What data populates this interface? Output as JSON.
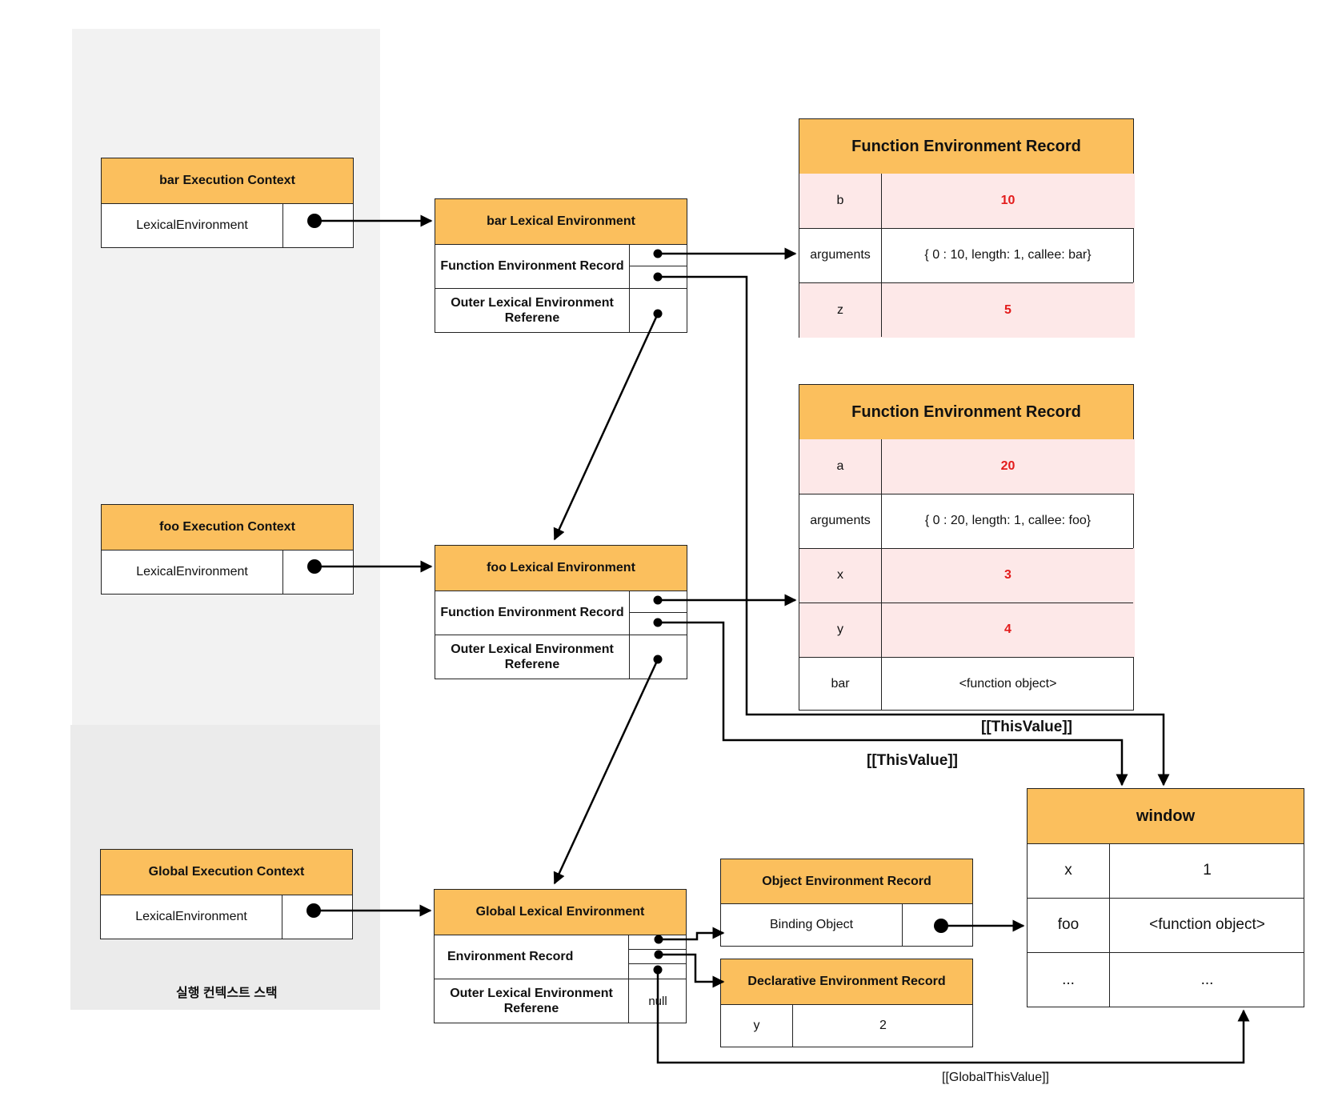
{
  "stack_label": "실행 컨텍스트 스택",
  "contexts": {
    "bar": {
      "title": "bar Execution Context",
      "field": "LexicalEnvironment"
    },
    "foo": {
      "title": "foo Execution Context",
      "field": "LexicalEnvironment"
    },
    "global": {
      "title": "Global Execution Context",
      "field": "LexicalEnvironment"
    }
  },
  "lex_envs": {
    "bar": {
      "title": "bar Lexical Environment",
      "record": "Function Environment Record",
      "outer": "Outer Lexical Environment\nReferene"
    },
    "foo": {
      "title": "foo Lexical Environment",
      "record": "Function Environment Record",
      "outer": "Outer Lexical Environment\nReferene"
    },
    "global": {
      "title": "Global Lexical Environment",
      "record": "Environment Record",
      "outer": "Outer Lexical Environment\nReferene",
      "outer_value": "null"
    }
  },
  "bar_record": {
    "title": "Function Environment Record",
    "rows": [
      {
        "key": "b",
        "value": "10"
      },
      {
        "key": "arguments",
        "value": "{ 0 : 10, length: 1, callee: bar}"
      },
      {
        "key": "z",
        "value": "5"
      }
    ]
  },
  "foo_record": {
    "title": "Function Environment Record",
    "rows": [
      {
        "key": "a",
        "value": "20"
      },
      {
        "key": "arguments",
        "value": "{ 0 : 20, length: 1, callee: foo}"
      },
      {
        "key": "x",
        "value": "3"
      },
      {
        "key": "y",
        "value": "4"
      },
      {
        "key": "bar",
        "value": "<function object>"
      }
    ]
  },
  "object_record": {
    "title": "Object  Environment Record",
    "field": "Binding Object"
  },
  "declarative_record": {
    "title": "Declarative Environment Record",
    "rows": [
      {
        "key": "y",
        "value": "2"
      }
    ]
  },
  "window": {
    "title": "window",
    "rows": [
      {
        "key": "x",
        "value": "1"
      },
      {
        "key": "foo",
        "value": "<function object>"
      },
      {
        "key": "...",
        "value": "..."
      }
    ]
  },
  "labels": {
    "this_value_bar": "[[ThisValue]]",
    "this_value_foo": "[[ThisValue]]",
    "global_this_value": "[[GlobalThisValue]]"
  },
  "colors": {
    "header": "#fbbf5d",
    "highlight_row": "#fde8e8",
    "value_red": "#e31b1b"
  }
}
